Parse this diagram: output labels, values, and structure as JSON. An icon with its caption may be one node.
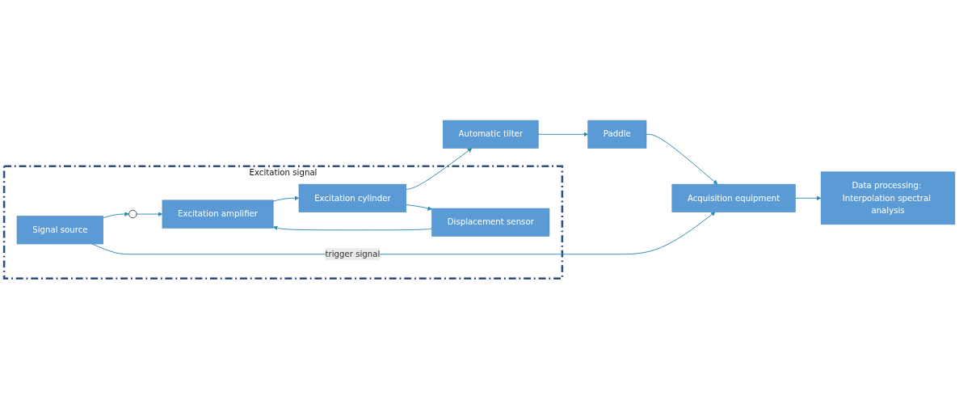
{
  "diagram": {
    "nodes": [
      {
        "text": [
          "Excitation signal"
        ]
      },
      {
        "text": [],
        "shape": "circle",
        "in": 0
      },
      {
        "text": [
          "Excitation amplifier"
        ],
        "in": 0
      },
      {
        "text": [
          "Excitation cylinder"
        ],
        "in": 0
      },
      {
        "text": [
          "Displacement sensor"
        ],
        "in": 0
      },
      {
        "text": [
          "Signal source"
        ],
        "in": 0
      },
      {
        "text": [
          "Automatic tilter"
        ]
      },
      {
        "text": [
          "Paddle"
        ]
      },
      {
        "text": [
          "Acquisition equipment"
        ]
      },
      {
        "text": [
          "Data processing: Interpolation spectral analysis"
        ]
      }
    ],
    "edges": [
      {
        "from": 5,
        "to": 1,
        "arrow": "to"
      },
      {
        "from": 1,
        "to": 2,
        "arrow": "to"
      },
      {
        "from": 4,
        "to": 2,
        "arrow": "to"
      },
      {
        "from": 2,
        "to": 3,
        "arrow": "to"
      },
      {
        "from": 3,
        "to": 6,
        "arrow": "to"
      },
      {
        "from": 3,
        "to": 4,
        "arrow": "to"
      },
      {
        "from": 6,
        "to": 7,
        "arrow": "to"
      },
      {
        "from": 7,
        "to": 8,
        "arrow": "to"
      },
      {
        "from": 5,
        "to": 8,
        "arrow": "to",
        "label": "trigger signal"
      },
      {
        "from": 8,
        "to": 9,
        "arrow": "to"
      }
    ]
  }
}
